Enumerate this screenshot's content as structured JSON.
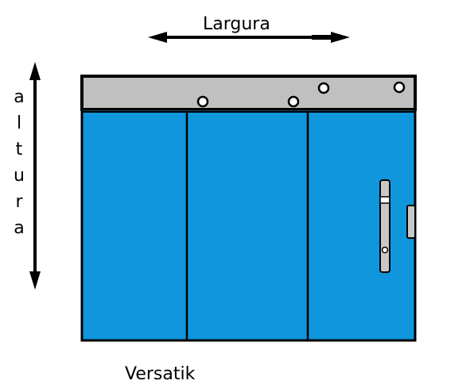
{
  "labels": {
    "width": "Largura",
    "height_letters": [
      "a",
      "l",
      "t",
      "u",
      "r",
      "a"
    ],
    "model": "Versatik"
  },
  "colors": {
    "track": "#c0c0c0",
    "glass": "#0f96dc",
    "outline": "#000000",
    "hardware": "#c8c8c8",
    "background": "#ffffff"
  },
  "diagram": {
    "panel_count": 3,
    "track_wheels": 4,
    "handle": "vertical-bar-handle"
  }
}
